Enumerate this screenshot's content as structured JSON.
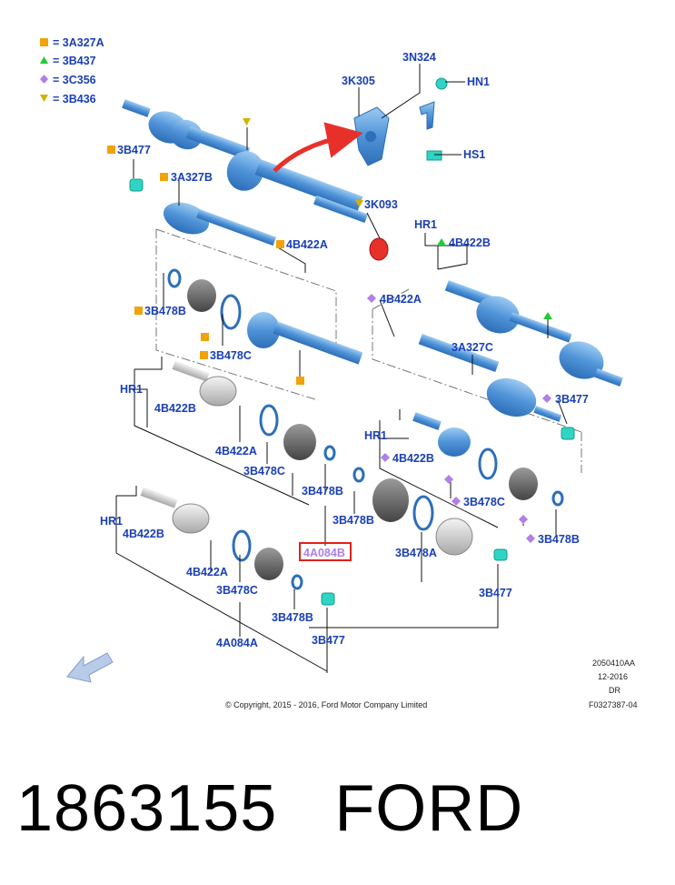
{
  "legend": [
    {
      "symbol": "square",
      "color": "#f0a30a",
      "text": "= 3A327A"
    },
    {
      "symbol": "triangle",
      "color": "#22cc33",
      "text": "= 3B437"
    },
    {
      "symbol": "diamond",
      "color": "#b07fe8",
      "text": "= 3C356"
    },
    {
      "symbol": "inverted-triangle",
      "color": "#d4b000",
      "text": "= 3B436"
    }
  ],
  "labels": {
    "l3N324": "3N324",
    "l3K305": "3K305",
    "lHN1": "HN1",
    "lHS1": "HS1",
    "l3B477a": "3B477",
    "l3A327B": "3A327B",
    "l3K093": "3K093",
    "lHR1a": "HR1",
    "l4B422Bb": "4B422B",
    "l4B422Aa": "4B422A",
    "l4B422Ab": "4B422A",
    "l3B478Ba": "3B478B",
    "l3B478Ca": "3B478C",
    "l3A327C": "3A327C",
    "l3B477b": "3B477",
    "lHR1b": "HR1",
    "l4B422Bc": "4B422B",
    "l4B422Ac": "4B422A",
    "l3B478Cb": "3B478C",
    "l3B478Bb": "3B478B",
    "lHR1c": "HR1",
    "l4B422Bd": "4B422B",
    "l3B478Cc": "3B478C",
    "l3B478Bc": "3B478B",
    "l3B478Bd": "3B478B",
    "l4A084Ba": "4A084B",
    "l3B478A": "3B478A",
    "l3B477c": "3B477",
    "lHR1d": "HR1",
    "l4B422Be": "4B422B",
    "l4B422Ad": "4B422A",
    "l3B478Cd": "3B478C",
    "l3B478Be": "3B478B",
    "l4A084A": "4A084A",
    "l3B477d": "3B477"
  },
  "meta": {
    "copyright": "© Copyright, 2015 - 2016, Ford Motor Company Limited",
    "code1": "2050410AA",
    "code2": "12-2016",
    "code3": "DR",
    "code4": "F0327387-04"
  },
  "footer": {
    "part_number": "1863155",
    "brand": "FORD"
  },
  "colors": {
    "label_blue": "#1a3fb5",
    "part_blue": "#5d9fde",
    "boot_grey": "#6b6b6b",
    "teal": "#2fd4c4",
    "red_arrow": "#e8302a",
    "highlight_box": "#e02020"
  }
}
